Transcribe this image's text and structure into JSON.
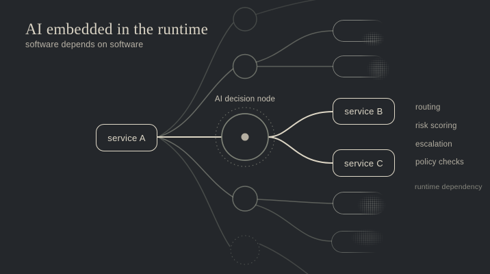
{
  "header": {
    "title": "AI embedded in the runtime",
    "subtitle": "software depends on software"
  },
  "diagram": {
    "service_a_label": "service A",
    "service_b_label": "service B",
    "service_c_label": "service C",
    "ai_node_label": "AI decision node",
    "outcome_labels": [
      "routing",
      "risk scoring",
      "escalation",
      "policy checks"
    ],
    "footnote": "runtime dependency"
  },
  "colors": {
    "background": "#24272b",
    "accent_line": "#ddd6c5",
    "box_border": "#e0d9c8",
    "muted_line": "#969a8c",
    "muted_text": "#b2ada0",
    "faint_text": "#85857c"
  }
}
